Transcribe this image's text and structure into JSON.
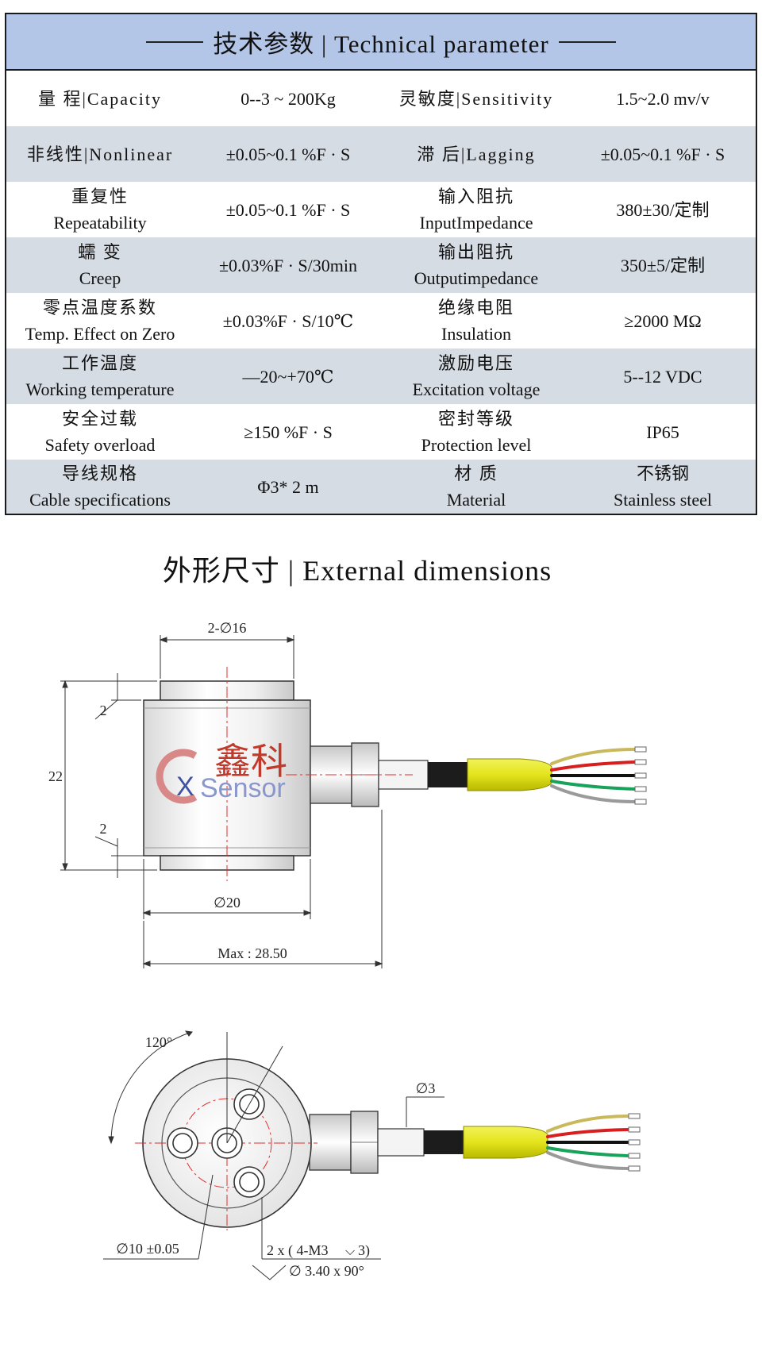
{
  "table": {
    "title": "技术参数 | Technical parameter",
    "rows": [
      {
        "l1_cn": "量  程|Capacity",
        "l1_en": "",
        "v1": "0--3 ~ 200Kg",
        "l2_cn": "灵敏度|Sensitivity",
        "l2_en": "",
        "v2a": "1.5~2.0 mv/v",
        "v2b": ""
      },
      {
        "l1_cn": "非线性|Nonlinear",
        "l1_en": "",
        "v1": "±0.05~0.1 %F · S",
        "l2_cn": "滞  后|Lagging",
        "l2_en": "",
        "v2a": "±0.05~0.1 %F · S",
        "v2b": ""
      },
      {
        "l1_cn": "重复性",
        "l1_en": "Repeatability",
        "v1": "±0.05~0.1 %F · S",
        "l2_cn": "输入阻抗",
        "l2_en": "InputImpedance",
        "v2a": "380±30/定制",
        "v2b": ""
      },
      {
        "l1_cn": "蠕  变",
        "l1_en": "Creep",
        "v1": "±0.03%F · S/30min",
        "l2_cn": "输出阻抗",
        "l2_en": "Outputimpedance",
        "v2a": "350±5/定制",
        "v2b": ""
      },
      {
        "l1_cn": "零点温度系数",
        "l1_en": "Temp. Effect on Zero",
        "v1": "±0.03%F · S/10℃",
        "l2_cn": "绝缘电阻",
        "l2_en": "Insulation",
        "v2a": "≥2000 MΩ",
        "v2b": ""
      },
      {
        "l1_cn": "工作温度",
        "l1_en": "Working temperature",
        "v1": "—20~+70℃",
        "l2_cn": "激励电压",
        "l2_en": "Excitation voltage",
        "v2a": "5--12 VDC",
        "v2b": ""
      },
      {
        "l1_cn": "安全过载",
        "l1_en": "Safety overload",
        "v1": "≥150 %F · S",
        "l2_cn": "密封等级",
        "l2_en": "Protection level",
        "v2a": "IP65",
        "v2b": ""
      },
      {
        "l1_cn": "导线规格",
        "l1_en": "Cable specifications",
        "v1": "Φ3* 2 m",
        "l2_cn": "材  质",
        "l2_en": "Material",
        "v2a": "不锈钢",
        "v2b": "Stainless steel"
      }
    ]
  },
  "dimensions": {
    "title": "外形尺寸 | External dimensions",
    "side": {
      "top_dia": "2-∅16",
      "height": "22",
      "step_top": "2",
      "step_bottom": "2",
      "body_dia": "∅20",
      "max_len": "Max : 28.50"
    },
    "bottom": {
      "angle": "120°",
      "cable_dia": "∅3",
      "pcd": "∅10 ±0.05",
      "holes": "2 x ( 4-M3",
      "holes_depth": "3)",
      "chamfer": "∅ 3.40 x 90°"
    },
    "logo": {
      "cn": "鑫科",
      "en_x": "X",
      "en_rest": "Sensor"
    }
  },
  "colors": {
    "header_bg": "#b4c6e7",
    "row_alt": "#d6dce4",
    "cable_sleeve": "#e4e41c",
    "logo_red": "#c0392b",
    "logo_blue": "#3d52a0"
  }
}
